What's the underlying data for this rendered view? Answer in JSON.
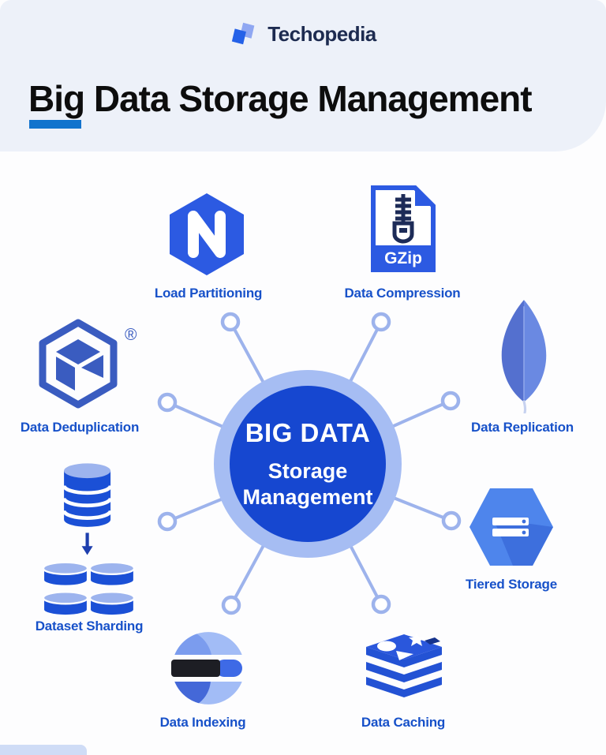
{
  "brand": {
    "name": "Techopedia"
  },
  "header": {
    "title": "Big Data Storage Management"
  },
  "hub": {
    "line1": "BIG DATA",
    "line2": "Storage",
    "line3": "Management"
  },
  "nodes": [
    {
      "id": "load-partitioning",
      "label": "Load Partitioning",
      "icon": "nginx-icon"
    },
    {
      "id": "data-compression",
      "label": "Data Compression",
      "icon": "gzip-file-icon",
      "badge": "GZip"
    },
    {
      "id": "data-replication",
      "label": "Data Replication",
      "icon": "mongodb-leaf-icon"
    },
    {
      "id": "tiered-storage",
      "label": "Tiered Storage",
      "icon": "cloud-storage-icon"
    },
    {
      "id": "data-caching",
      "label": "Data Caching",
      "icon": "redis-icon"
    },
    {
      "id": "data-indexing",
      "label": "Data Indexing",
      "icon": "elasticsearch-icon"
    },
    {
      "id": "dataset-sharding",
      "label": "Dataset Sharding",
      "icon": "database-sharding-icon"
    },
    {
      "id": "data-deduplication",
      "label": "Data Deduplication",
      "icon": "cube-hexagon-icon",
      "mark": "®"
    }
  ],
  "colors": {
    "header_background": "#edf1f9",
    "accent_bar": "#1273cd",
    "label_blue": "#1751c9",
    "hub_fill": "#1647d0",
    "hub_ring": "#a6bdf3",
    "spoke": "#9db3ec",
    "icon_blue": "#2c5ae2"
  }
}
